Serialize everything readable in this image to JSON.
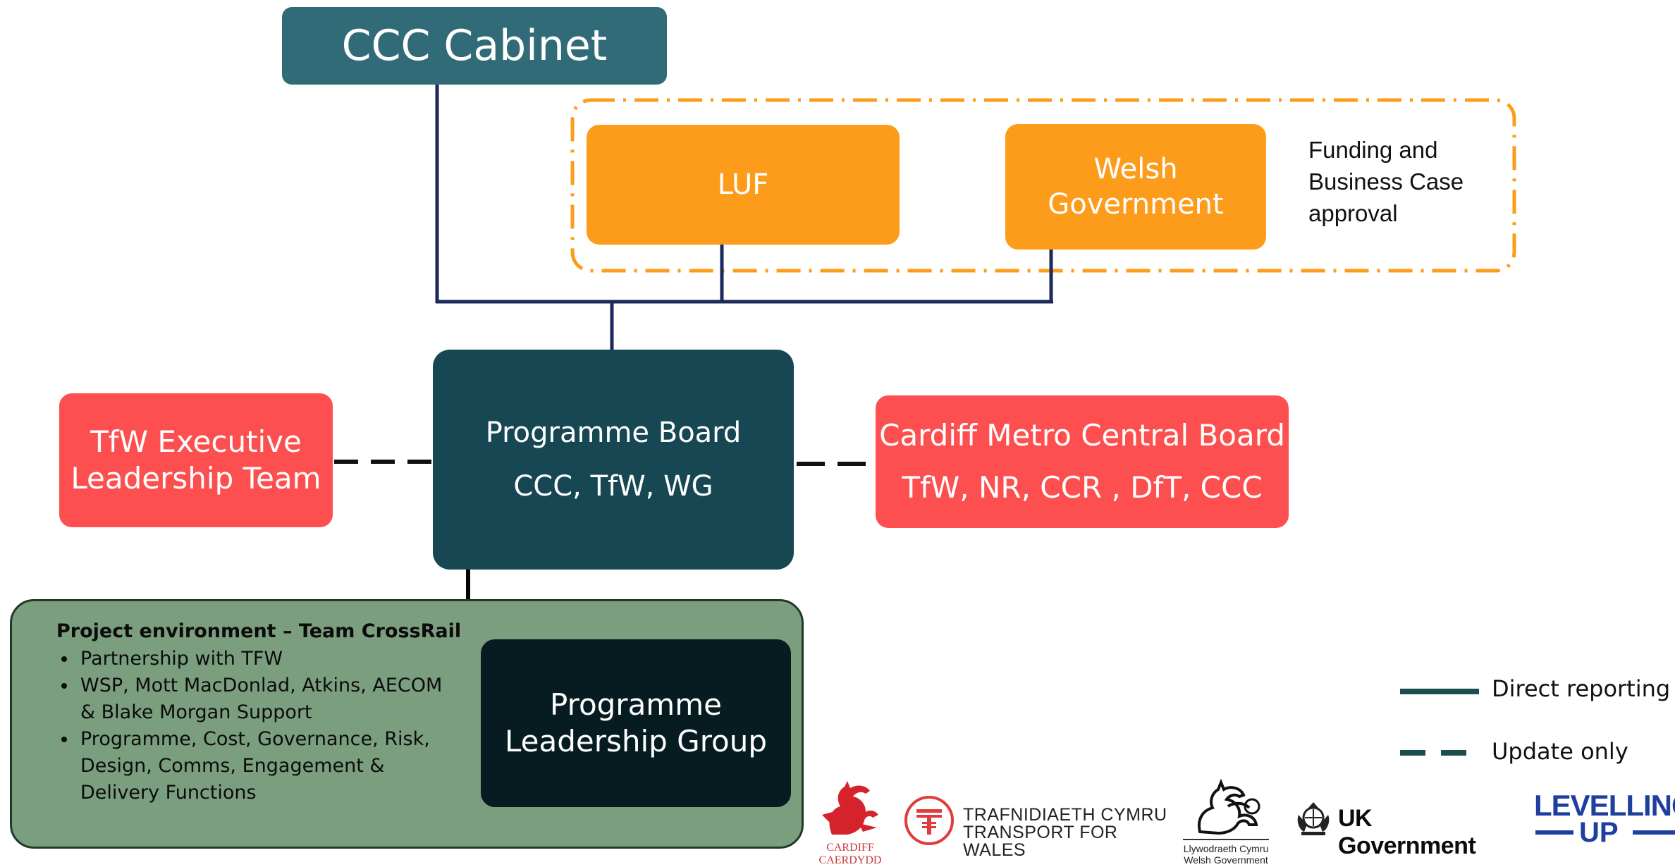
{
  "nodes": {
    "cabinet": "CCC Cabinet",
    "luf": "LUF",
    "welsh_government": [
      "Welsh",
      "Government"
    ],
    "funding_note": [
      "Funding and",
      "Business Case",
      "approval"
    ],
    "programme_board": {
      "title": "Programme Board",
      "members": "CCC, TfW, WG"
    },
    "tfw_elt": [
      "TfW Executive",
      "Leadership Team"
    ],
    "metro_board": {
      "title": "Cardiff Metro Central Board",
      "members": "TfW, NR, CCR , DfT, CCC"
    },
    "plg": [
      "Programme",
      "Leadership Group"
    ]
  },
  "project_environment": {
    "title": "Project environment – Team CrossRail",
    "bullets": [
      "Partnership with TFW",
      "WSP, Mott MacDonlad, Atkins, AECOM & Blake Morgan Support",
      "Programme, Cost, Governance, Risk, Design, Comms, Engagement & Delivery Functions"
    ]
  },
  "legend": {
    "direct": "Direct reporting",
    "update": "Update only"
  },
  "logos": {
    "cardiff": [
      "CARDIFF",
      "CAERDYDD"
    ],
    "tfw": [
      "TRAFNIDIAETH CYMRU",
      "TRANSPORT FOR WALES"
    ],
    "welsh_gov": [
      "Llywodraeth Cymru",
      "Welsh Government"
    ],
    "uk_gov": "UK Government",
    "levelling_up": [
      "LEVELLING",
      "UP"
    ]
  },
  "colors": {
    "teal": "#326b78",
    "orange": "#fd9c1b",
    "dark_teal": "#164752",
    "red": "#fd4f4f",
    "green": "#7b9f7e",
    "near_black": "#071c21",
    "navy_line": "#1b2a5a",
    "legend_line": "#1d4e4e"
  }
}
